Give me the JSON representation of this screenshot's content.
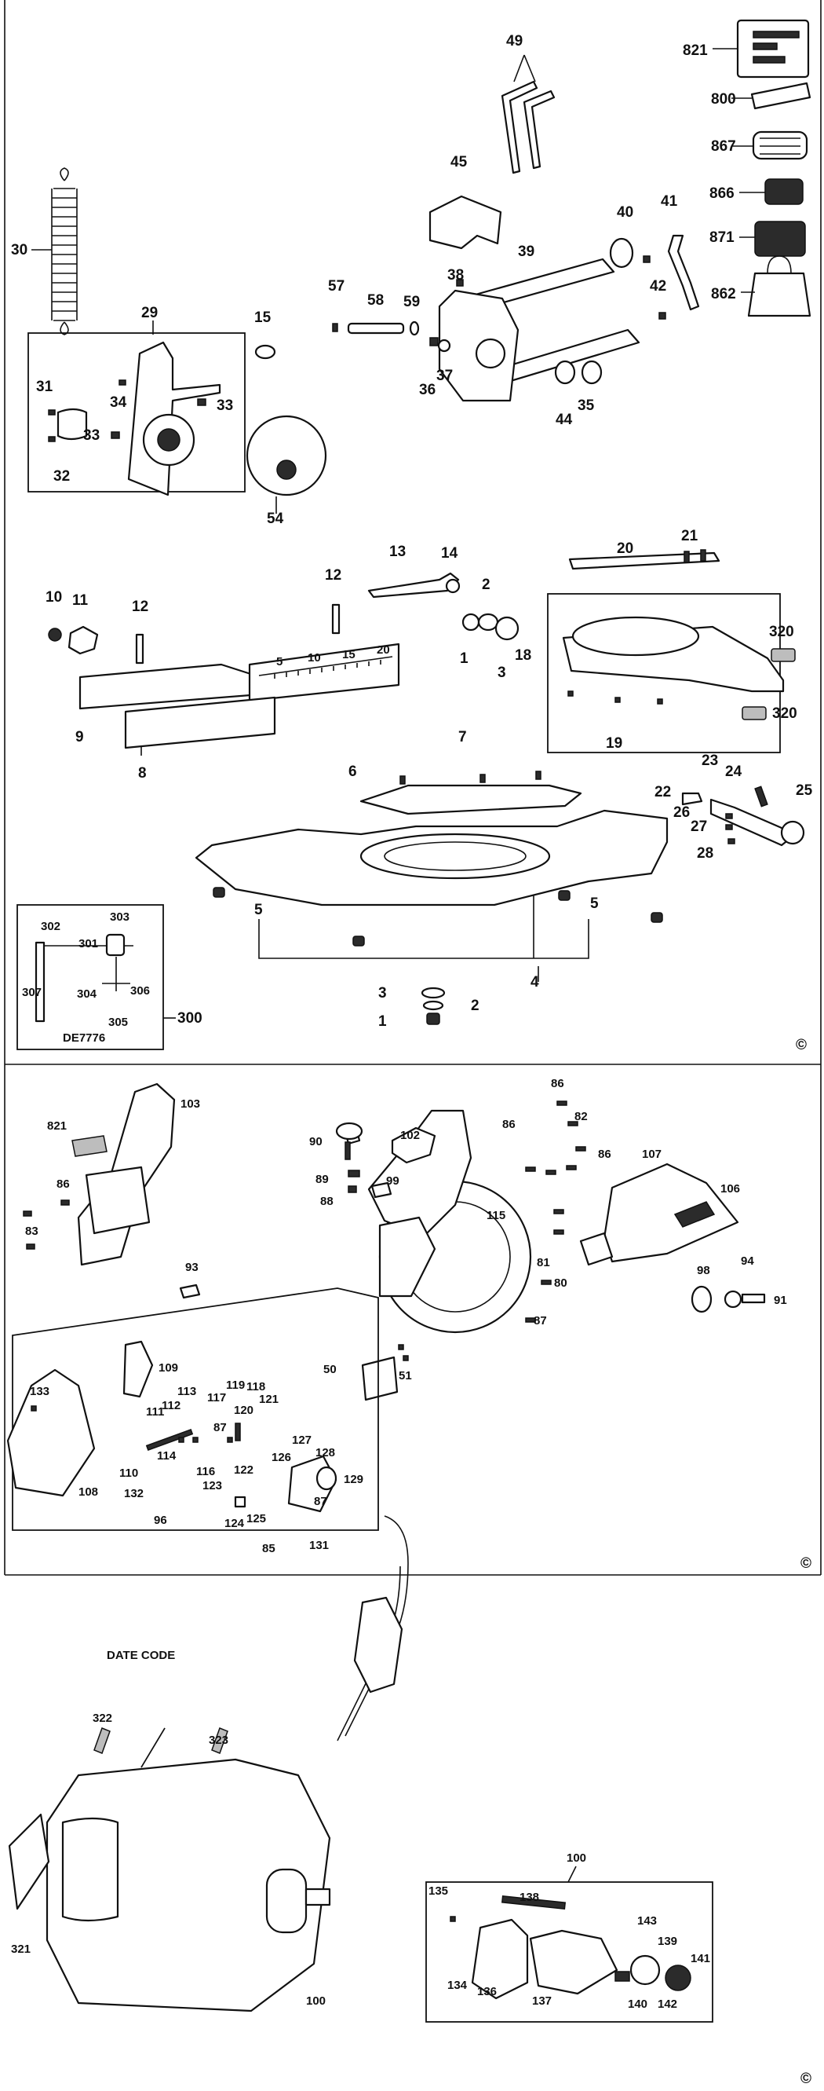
{
  "copyright_mark": "©",
  "date_code_label": "DATE CODE",
  "page": {
    "top_labels": [
      "49",
      "821",
      "800",
      "867",
      "45",
      "866",
      "871",
      "862",
      "30",
      "40",
      "41",
      "39",
      "57",
      "58",
      "59",
      "38",
      "42",
      "29",
      "15",
      "37",
      "36",
      "44",
      "35",
      "31",
      "34",
      "33",
      "33",
      "32",
      "54"
    ],
    "mid_labels": [
      "13",
      "14",
      "20",
      "21",
      "12",
      "2",
      "10",
      "11",
      "12",
      "1",
      "3",
      "18",
      "320",
      "320",
      "19",
      "9",
      "8",
      "7",
      "6",
      "23",
      "24",
      "22",
      "25",
      "26",
      "27",
      "28",
      "5",
      "5",
      "4",
      "3",
      "2",
      "1",
      "300"
    ],
    "inset300_labels": [
      "302",
      "303",
      "301",
      "307",
      "304",
      "306",
      "305"
    ],
    "inset300_model": "DE7776",
    "scale_numbers": [
      "5",
      "10",
      "15",
      "20"
    ],
    "section2_labels": [
      "86",
      "82",
      "86",
      "86",
      "107",
      "106",
      "821",
      "103",
      "90",
      "102",
      "89",
      "99",
      "88",
      "86",
      "83",
      "115",
      "81",
      "80",
      "93",
      "98",
      "94",
      "91",
      "87",
      "50",
      "51",
      "133",
      "109",
      "113",
      "119",
      "118",
      "117",
      "120",
      "121",
      "111",
      "112",
      "87",
      "127",
      "128",
      "129",
      "114",
      "126",
      "116",
      "110",
      "122",
      "132",
      "123",
      "108",
      "87",
      "96",
      "124",
      "125",
      "131",
      "85"
    ],
    "section3_labels": [
      "322",
      "323",
      "100",
      "321",
      "100",
      "135",
      "138",
      "143",
      "139",
      "141",
      "134",
      "136",
      "137",
      "140",
      "142"
    ]
  }
}
